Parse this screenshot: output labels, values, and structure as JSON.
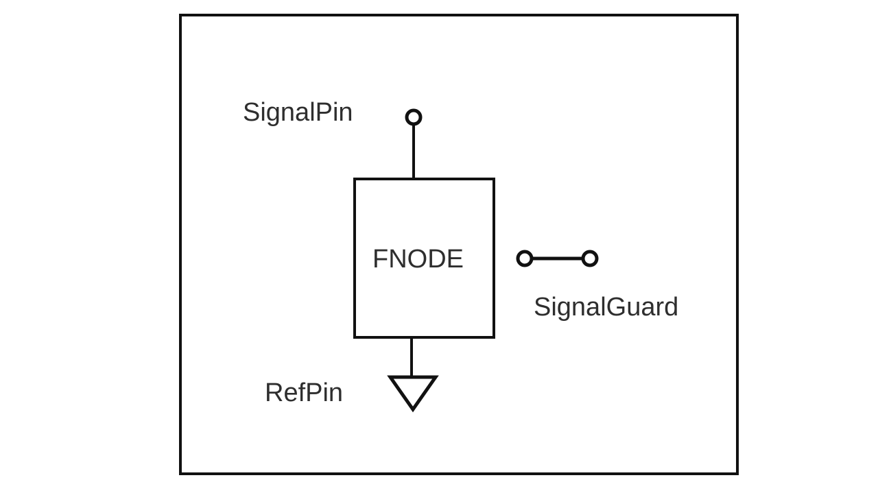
{
  "diagram": {
    "component_label": "FNODE",
    "pins": {
      "signal": "SignalPin",
      "guard": "SignalGuard",
      "reference": "RefPin"
    }
  },
  "colors": {
    "stroke": "#111111",
    "text": "#2e2e2e",
    "background": "#ffffff"
  }
}
